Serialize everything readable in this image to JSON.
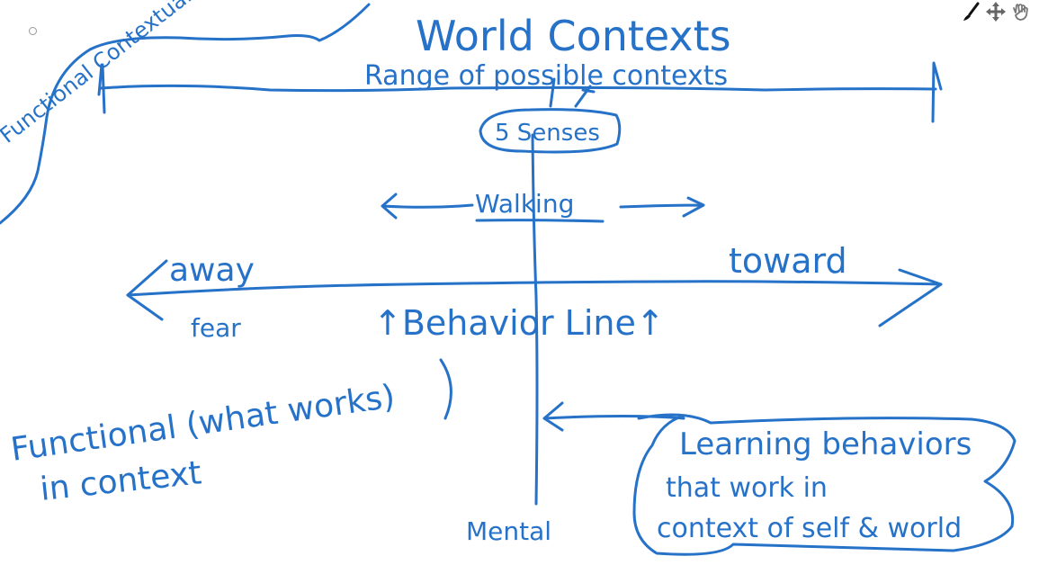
{
  "toolbar": {
    "tools": [
      {
        "name": "pen-tool",
        "icon": "brush-icon"
      },
      {
        "name": "move-tool",
        "icon": "move-arrows-icon"
      },
      {
        "name": "pan-tool",
        "icon": "hand-icon"
      }
    ]
  },
  "diagram": {
    "ink_color": "#2672c8",
    "labels": {
      "functional_contextualism": "Functional Contextualism",
      "world_contexts": "World Contexts",
      "range_of_contexts": "Range of possible contexts",
      "five_senses": "5 Senses",
      "walking": "Walking",
      "away": "away",
      "fear": "fear",
      "toward": "toward",
      "behavior_line": "↑Behavior Line↑",
      "functional_line1": "Functional (what works)",
      "functional_line2": "in context",
      "mental": "Mental",
      "learning_line1": "Learning behaviors",
      "learning_line2": "that work in",
      "learning_line3": "context of self & world"
    }
  }
}
